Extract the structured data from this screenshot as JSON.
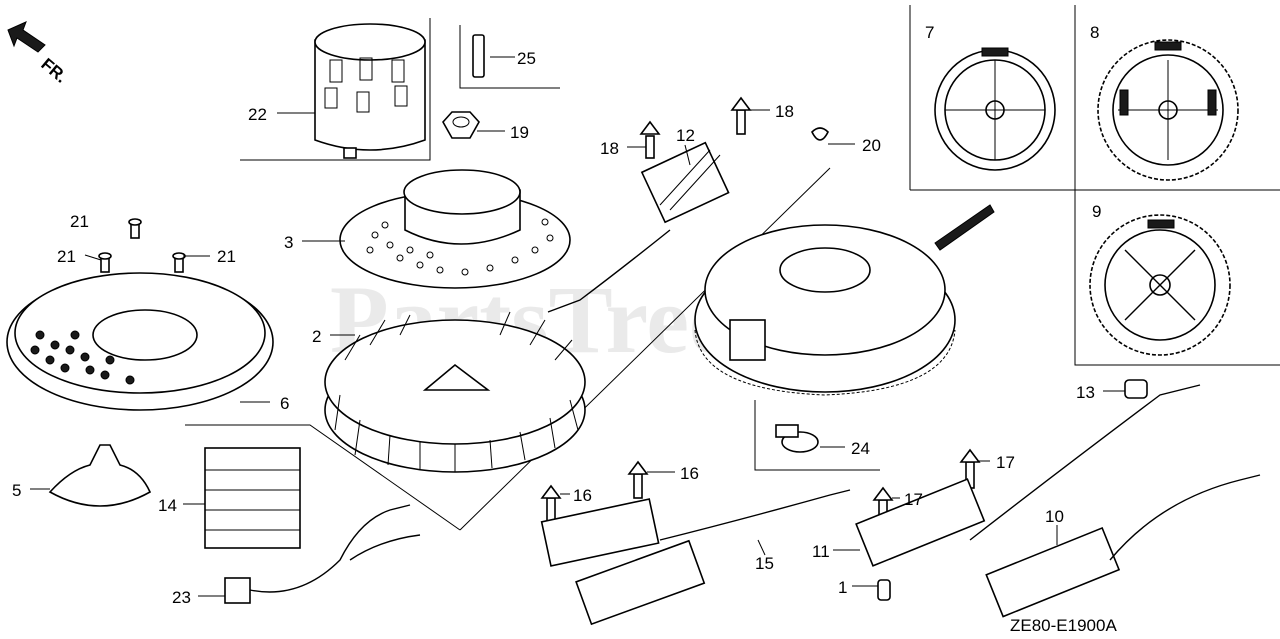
{
  "diagram_code": "ZE80-E1900A",
  "direction_marker": "FR.",
  "watermark": "PartsTree",
  "callouts": {
    "c1": "1",
    "c2": "2",
    "c3": "3",
    "c5": "5",
    "c6": "6",
    "c7": "7",
    "c8": "8",
    "c9": "9",
    "c10": "10",
    "c11": "11",
    "c12": "12",
    "c13": "13",
    "c14": "14",
    "c15": "15",
    "c16a": "16",
    "c16b": "16",
    "c17a": "17",
    "c17b": "17",
    "c18a": "18",
    "c18b": "18",
    "c19": "19",
    "c20": "20",
    "c21a": "21",
    "c21b": "21",
    "c21c": "21",
    "c22": "22",
    "c23": "23",
    "c24": "24",
    "c25": "25"
  }
}
